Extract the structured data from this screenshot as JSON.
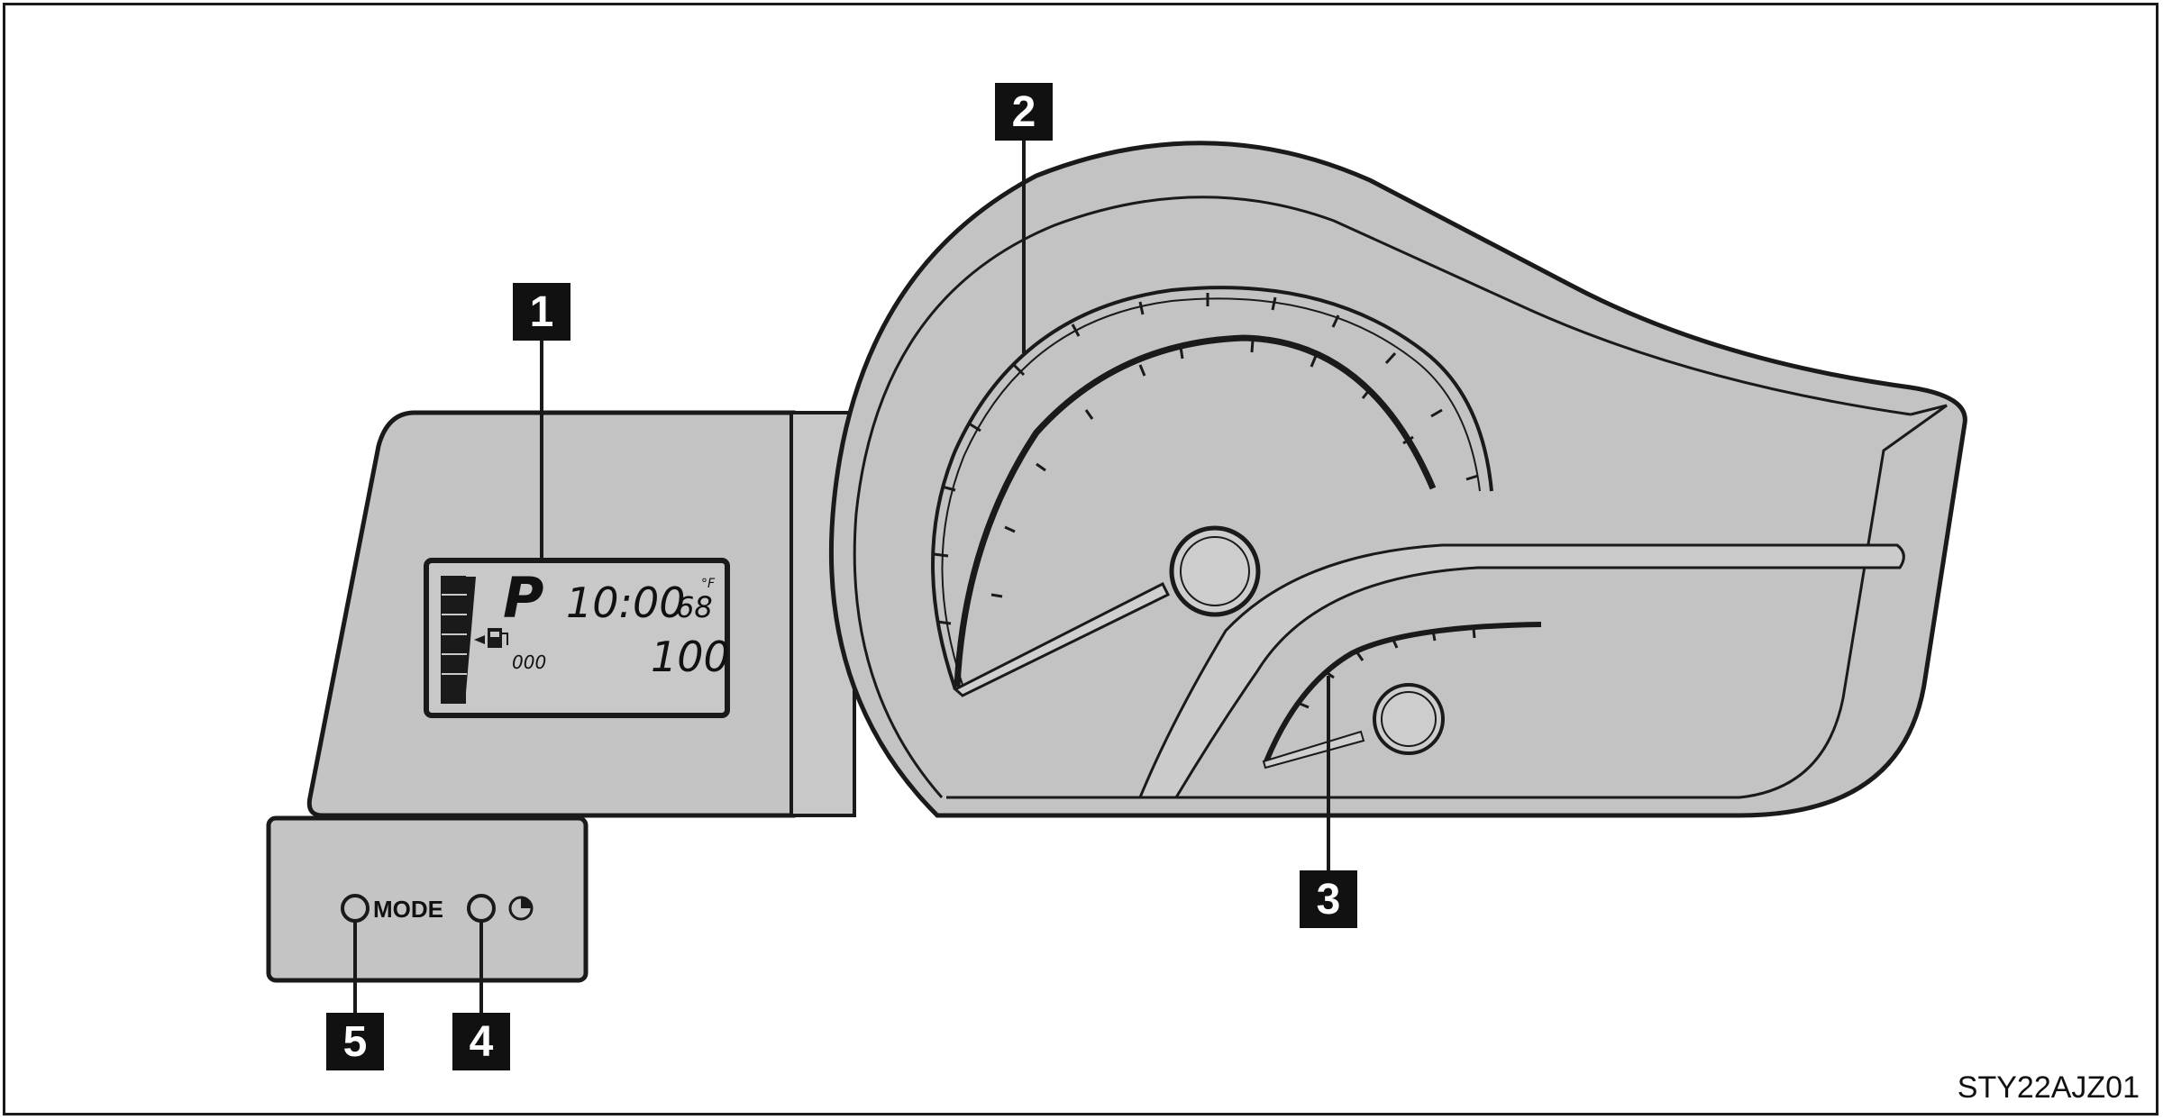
{
  "display": {
    "gear": "P",
    "clock": "10:00",
    "outside_temp": "68",
    "temp_unit_mark": "°F",
    "odometer": "100",
    "trip_marker": "000"
  },
  "buttons": {
    "mode_label": "MODE",
    "clock_button_icon": "clock-icon"
  },
  "callouts": [
    "1",
    "2",
    "3",
    "4",
    "5"
  ],
  "figure_id": "STY22AJZ01",
  "colors": {
    "panel_fill": "#c4c4c4",
    "panel_fill_light": "#cdcdcd",
    "line": "#1a1a1a",
    "callout_box": "#111111",
    "callout_text": "#ffffff"
  }
}
